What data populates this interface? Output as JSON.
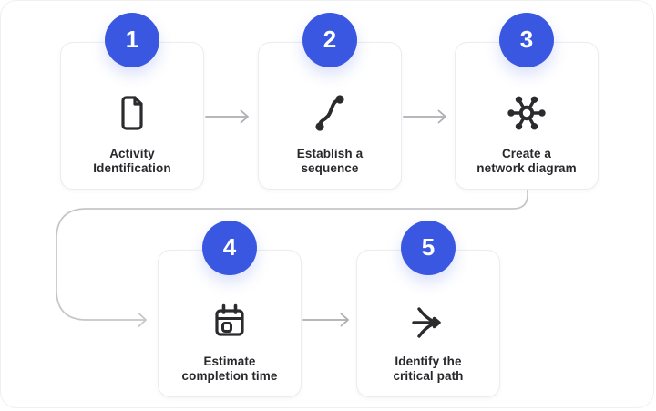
{
  "colors": {
    "badge_blue": "#3a57e2",
    "badge_number_text": "#ffffff",
    "card_background": "#ffffff",
    "card_border": "#ececf0",
    "icon_stroke": "#2b2b2e",
    "label_text": "#28282c",
    "connector_gray": "#aeaeb3",
    "loop_connector_gray": "#c6c6ca",
    "background": "#ffffff"
  },
  "steps": [
    {
      "number": "1",
      "label": [
        "Activity",
        "Identification"
      ],
      "icon": "file-document-icon"
    },
    {
      "number": "2",
      "label": [
        "Establish a",
        "sequence"
      ],
      "icon": "route-curve-icon"
    },
    {
      "number": "3",
      "label": [
        "Create a",
        "network diagram"
      ],
      "icon": "network-hub-icon"
    },
    {
      "number": "4",
      "label": [
        "Estimate",
        "completion time"
      ],
      "icon": "calendar-icon"
    },
    {
      "number": "5",
      "label": [
        "Identify the",
        "critical path"
      ],
      "icon": "arrow-flight-icon"
    }
  ],
  "connectors": [
    {
      "from": "1",
      "to": "2",
      "type": "straight-arrow"
    },
    {
      "from": "2",
      "to": "3",
      "type": "straight-arrow"
    },
    {
      "from": "3",
      "to": "4",
      "type": "loop-arrow"
    },
    {
      "from": "4",
      "to": "5",
      "type": "straight-arrow"
    }
  ]
}
